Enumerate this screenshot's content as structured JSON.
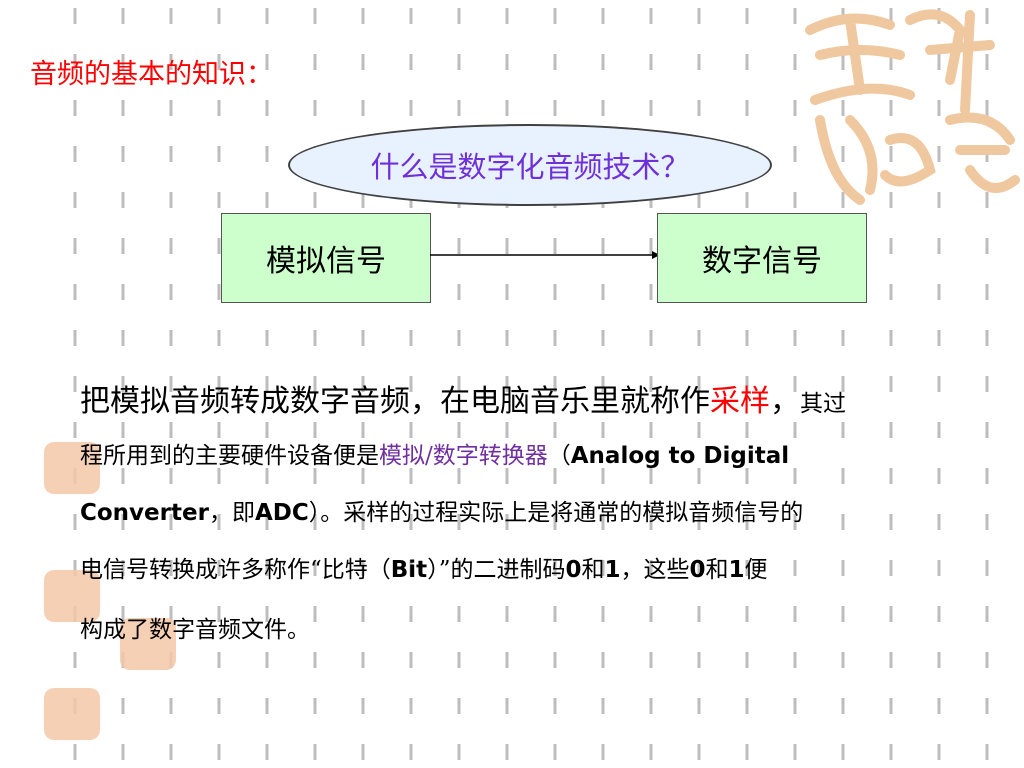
{
  "title": "音频的基本的知识：",
  "question": "什么是数字化音频技术？",
  "analog_box": "模拟信号",
  "digital_box": "数字信号",
  "paragraph": {
    "l1_a": "把模拟音频转成数字音频，在电脑音乐里就称作",
    "l1_red": "采样",
    "l1_b": "，",
    "l1_c": "其过",
    "l2_a": "程所用到的主要硬件设备便是",
    "l2_purple": "模拟/数字转换器",
    "l2_b": "（",
    "l2_bold": "Analog to Digital",
    "l3_bold": "Converter",
    "l3_a": "，即",
    "l3_adc": "ADC",
    "l3_b": "）。采样的过程实际上是将通常的模拟音频信号的",
    "l4_a": "电信号转换成许多称作“比特（",
    "l4_bit": "Bit",
    "l4_b": "）”的二进制码",
    "l4_0a": "0",
    "l4_c": "和",
    "l4_1a": "1",
    "l4_d": "，这些",
    "l4_0b": "0",
    "l4_e": "和",
    "l4_1b": "1",
    "l4_f": "便",
    "l5": "构成了数字音频文件。"
  },
  "colors": {
    "title": "#ff0000",
    "question": "#7030d8",
    "box_fill": "#ccffcc",
    "ellipse_fill": "#e8f2ff",
    "highlight_red": "#ff0000",
    "highlight_purple": "#7030a0"
  }
}
